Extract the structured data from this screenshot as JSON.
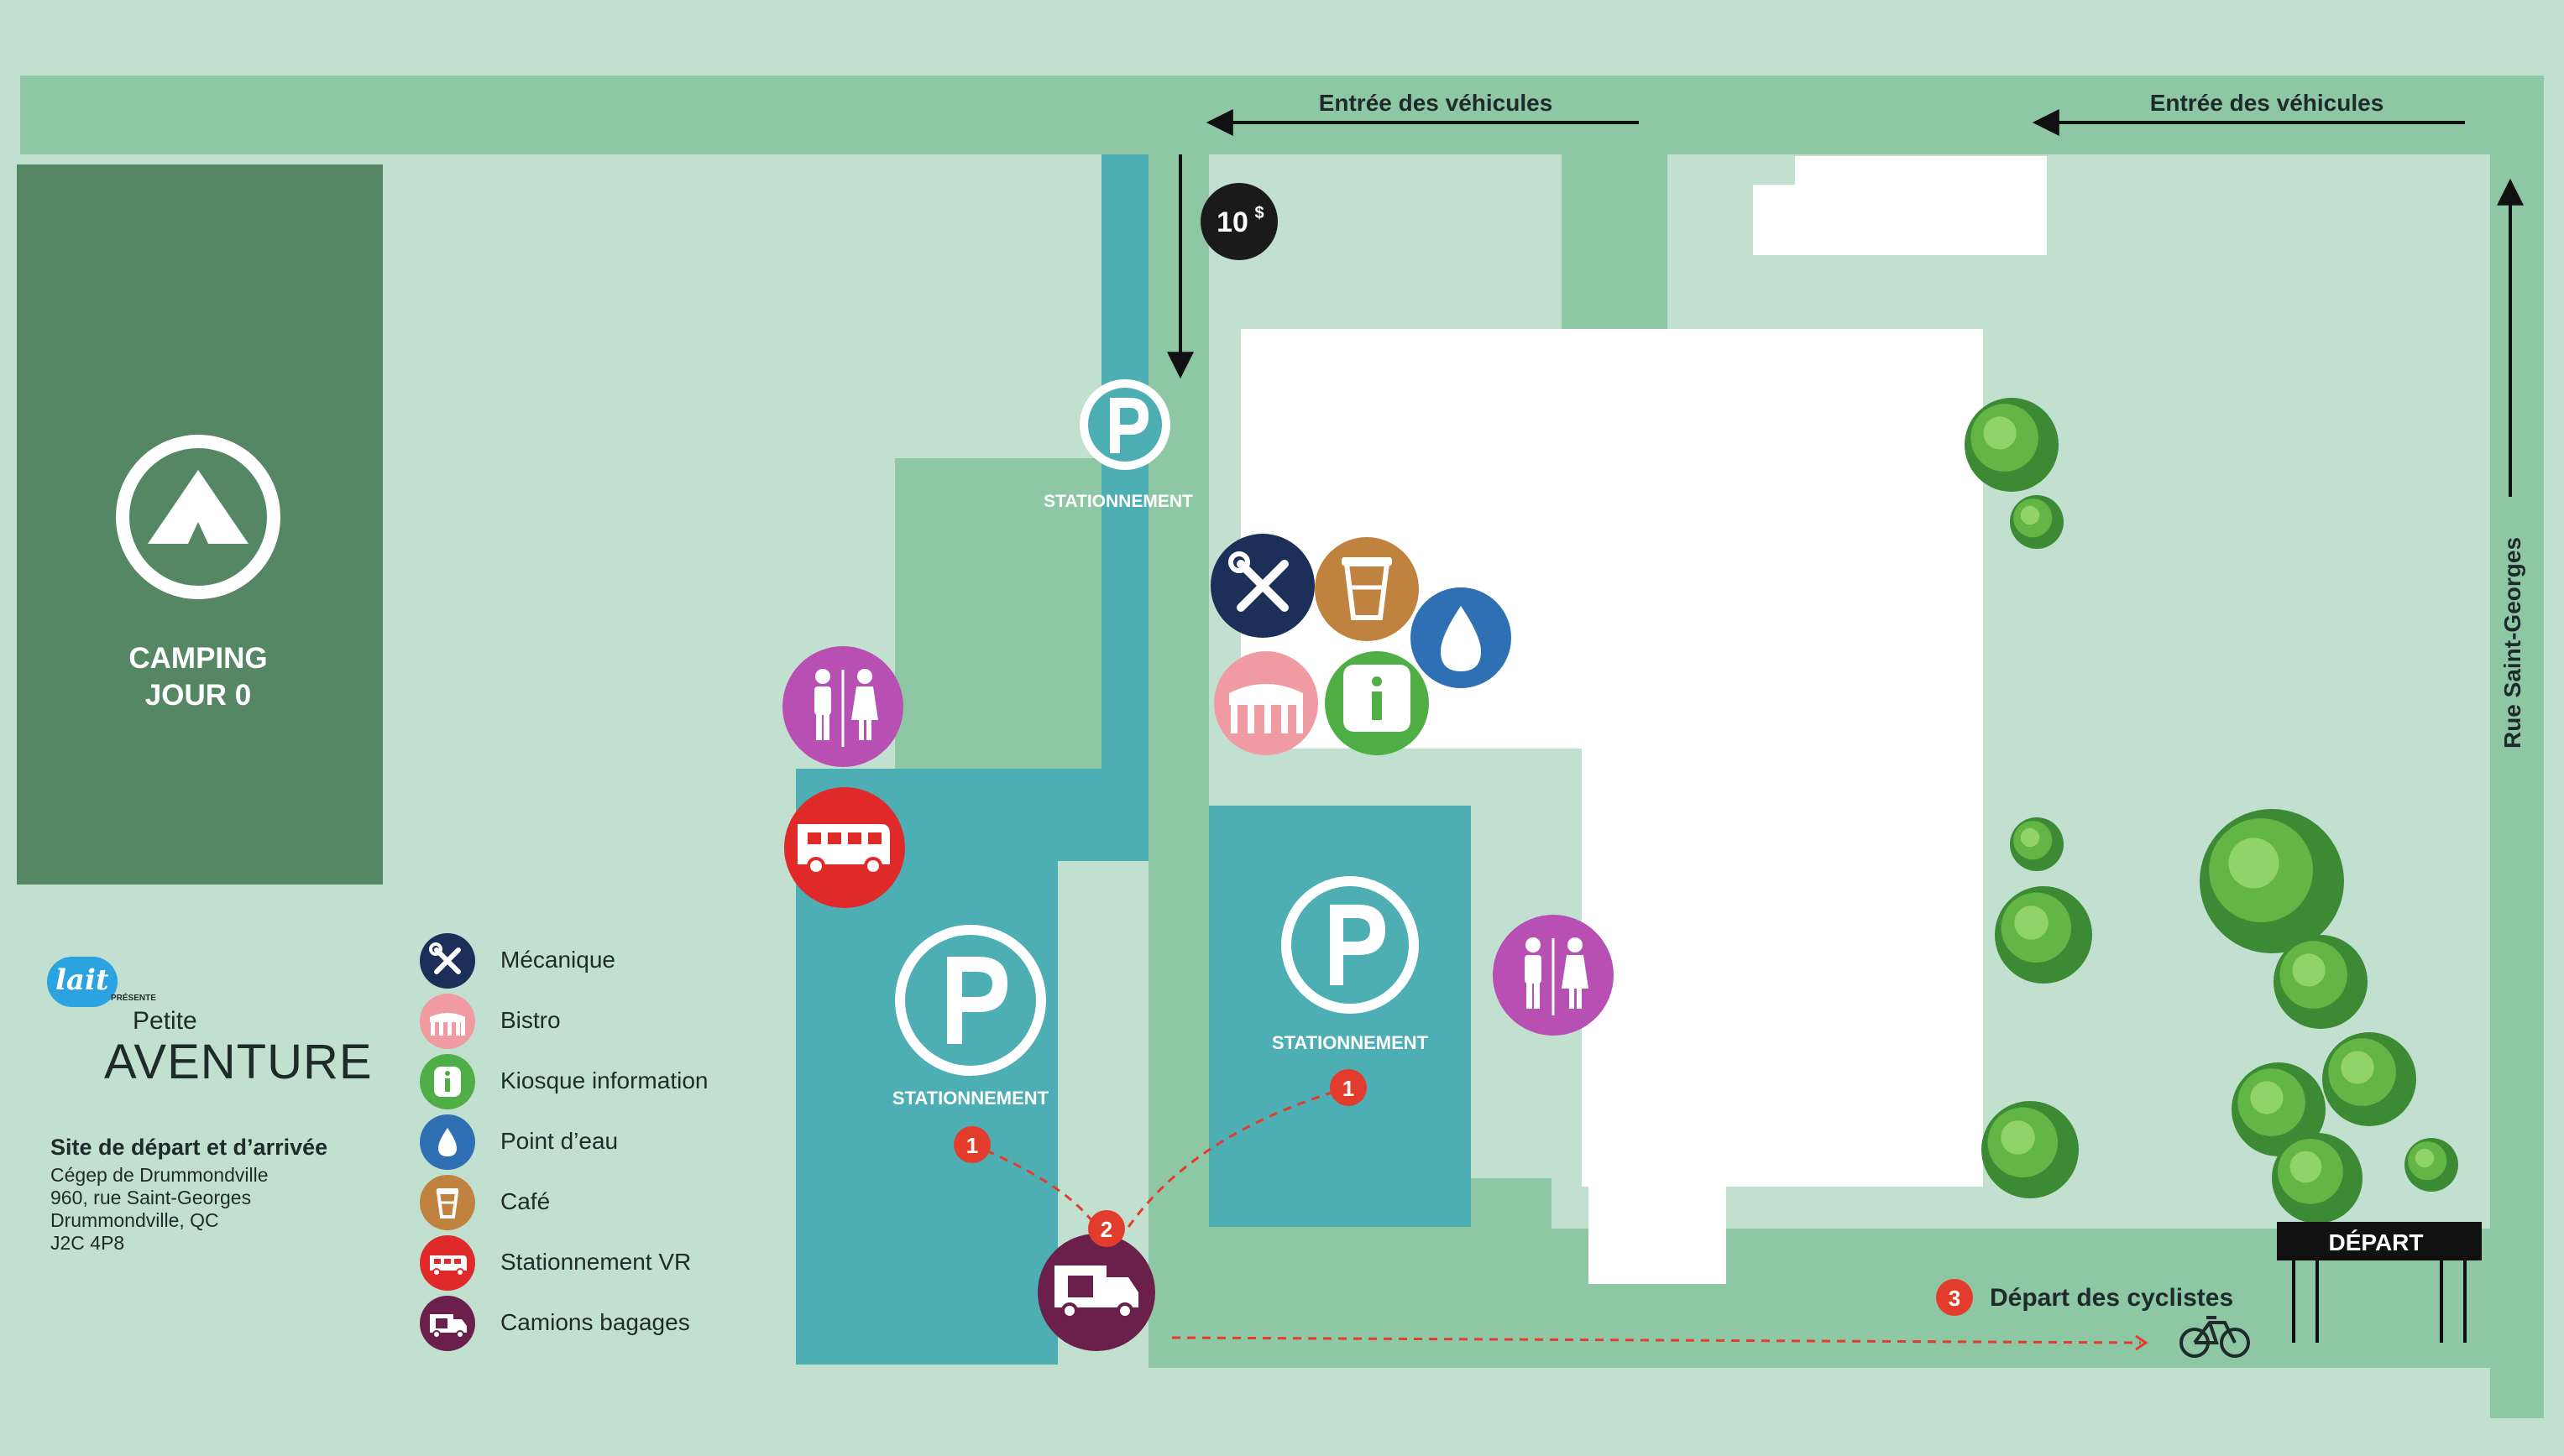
{
  "map": {
    "roads": {
      "vehicle_entrance_1": "Entrée des véhicules",
      "vehicle_entrance_2": "Entrée des véhicules",
      "street_name": "Rue Saint-Georges"
    },
    "camping": {
      "line1": "CAMPING",
      "line2": "JOUR 0",
      "icon": "tent-icon"
    },
    "parking_labels": {
      "top": "STATIONNEMENT",
      "left": "STATIONNEMENT",
      "right": "STATIONNEMENT"
    },
    "fee_badge": {
      "amount": "10",
      "currency": "$"
    },
    "route_markers": {
      "one": "1",
      "two": "2",
      "three": "3"
    },
    "cyclist_start": "Départ des cyclistes",
    "start_sign": "DÉPART"
  },
  "legend": {
    "items": [
      {
        "label": "Mécanique",
        "icon": "wrench-screwdriver-icon",
        "color": "#1c2f58"
      },
      {
        "label": "Bistro",
        "icon": "tent-awning-icon",
        "color": "#f09aa2"
      },
      {
        "label": "Kiosque information",
        "icon": "info-icon",
        "color": "#4fae46"
      },
      {
        "label": "Point d’eau",
        "icon": "water-drop-icon",
        "color": "#2f6fb3"
      },
      {
        "label": "Café",
        "icon": "coffee-cup-icon",
        "color": "#c0823f"
      },
      {
        "label": "Stationnement VR",
        "icon": "rv-icon",
        "color": "#e02a2a"
      },
      {
        "label": "Camions bagages",
        "icon": "truck-icon",
        "color": "#6b1f4b"
      }
    ]
  },
  "branding": {
    "logo_small": "lait",
    "presents": "PRÉSENTE",
    "event_top": "Petite",
    "event_bottom": "AVENTURE"
  },
  "address": {
    "heading": "Site de départ et d’arrivée",
    "lines": [
      "Cégep de Drummondville",
      "960, rue Saint-Georges",
      "Drummondville, QC",
      "J2C 4P8"
    ]
  },
  "colors": {
    "background": "#c2e0d0",
    "road": "#8ec7a4",
    "parking": "#4daeb3",
    "camping": "#558765",
    "building": "#ffffff",
    "restrooms": "#b84fb3",
    "route_marker": "#e23c2c",
    "text_dark": "#1f2a2a"
  }
}
